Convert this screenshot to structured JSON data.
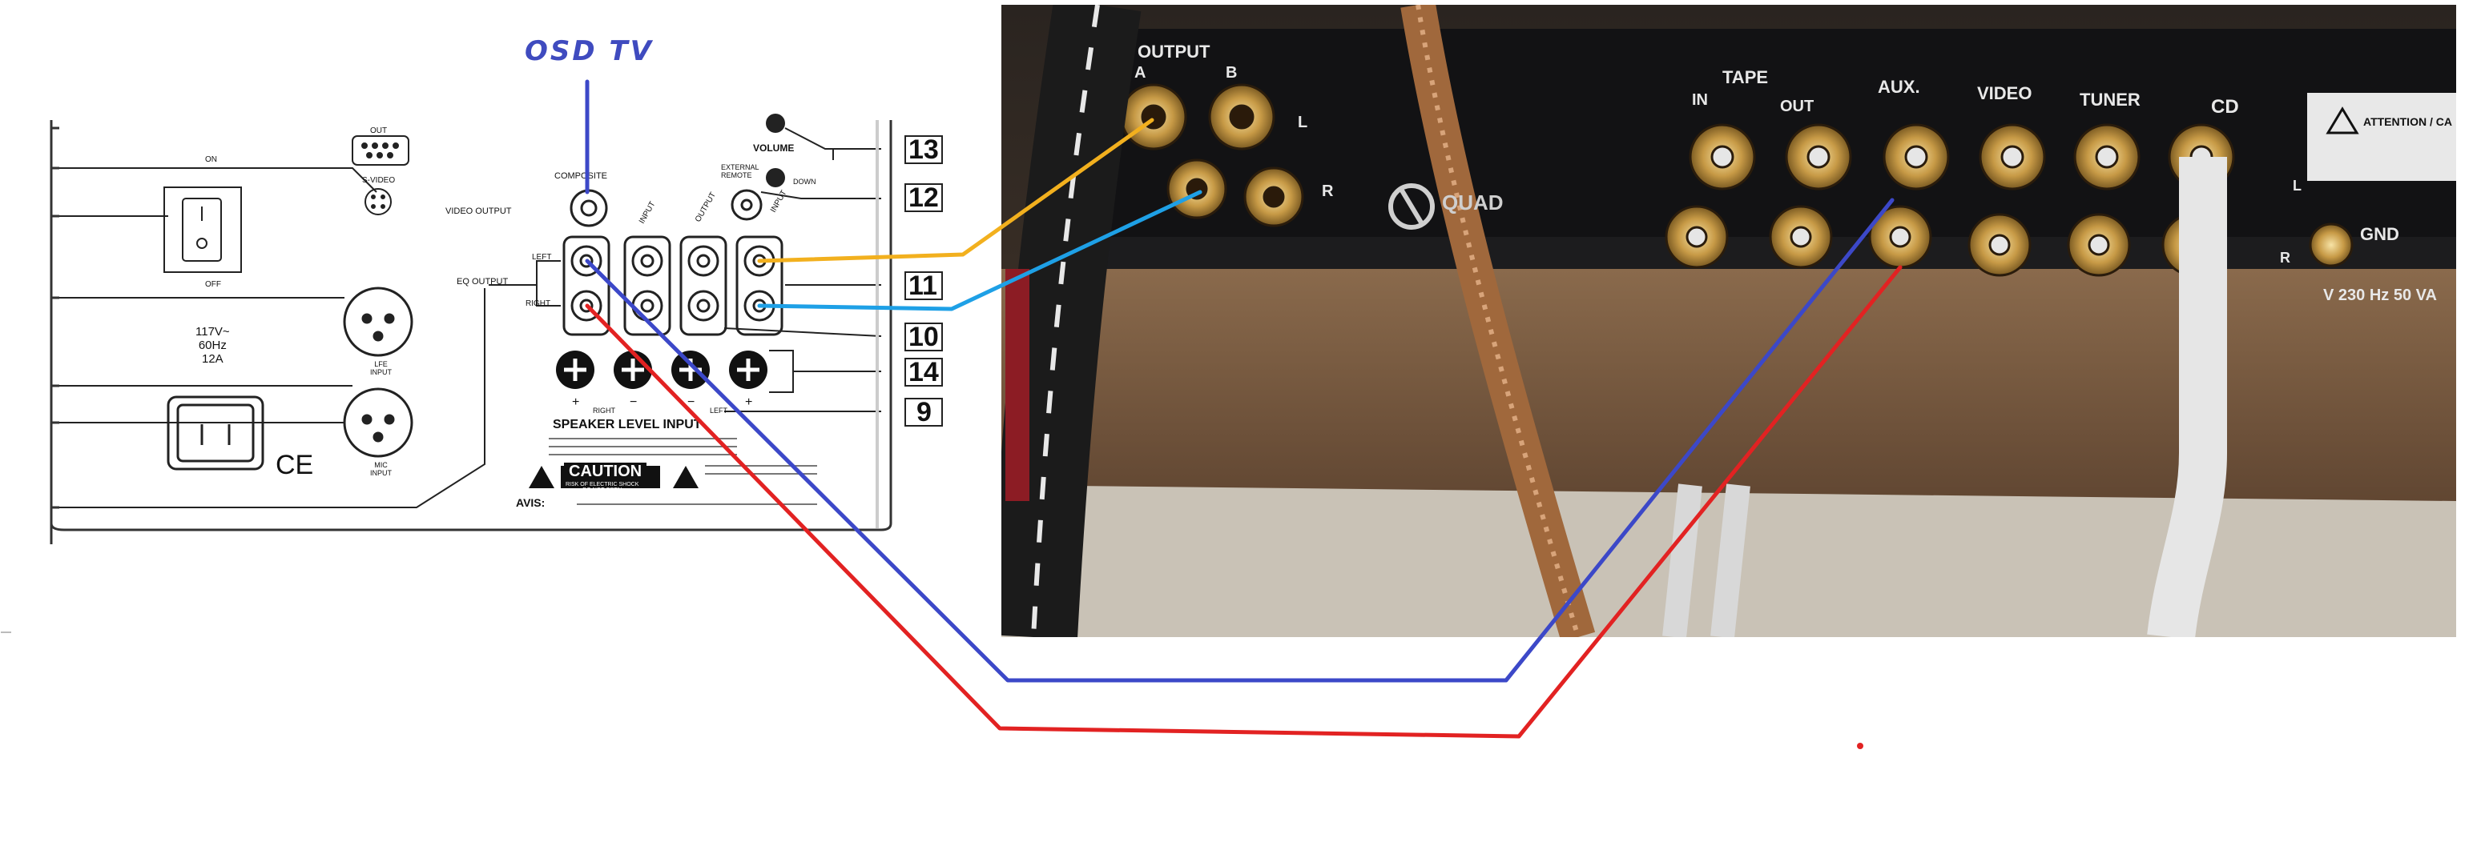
{
  "annotation": {
    "label": "OSD TV"
  },
  "panel": {
    "labels": {
      "out": "OUT",
      "on": "ON",
      "off": "OFF",
      "svideo": "S-VIDEO",
      "video_output": "VIDEO OUTPUT",
      "composite": "COMPOSITE",
      "external_remote": "EXTERNAL\nREMOTE",
      "volume": "VOLUME",
      "down": "DOWN",
      "left": "LEFT",
      "right": "RIGHT",
      "eq_output": "EQ OUTPUT",
      "input": "INPUT",
      "output": "OUTPUT",
      "power": "117V~\n60Hz\n12A",
      "lfe_input": "LFE\nINPUT",
      "mic_input": "MIC\nINPUT",
      "ce": "CE",
      "speaker_level_input": "SPEAKER LEVEL INPUT",
      "caution": "CAUTION",
      "caution_sub": "RISK OF ELECTRIC SHOCK\nDO NOT OPEN",
      "avis": "AVIS:",
      "plus": "+",
      "minus": "−",
      "right_small": "RIGHT",
      "left_small": "LEFT"
    },
    "callouts": [
      "13",
      "12",
      "11",
      "10",
      "14",
      "9"
    ]
  },
  "amplifier": {
    "labels": {
      "output": "OUTPUT",
      "a": "A",
      "b": "B",
      "l": "L",
      "r": "R",
      "tape": "TAPE",
      "in": "IN",
      "out": "OUT",
      "aux": "AUX.",
      "video": "VIDEO",
      "tuner": "TUNER",
      "cd": "CD",
      "gnd": "GND",
      "attention": "ATTENTION / CA",
      "voltage": "V 230 Hz 50 VA",
      "brand": "QUAD"
    }
  },
  "wires": [
    {
      "name": "composite-wire",
      "color": "#3c48c8"
    },
    {
      "name": "left-to-aux-wire",
      "color": "#3c48c8"
    },
    {
      "name": "right-to-aux-wire",
      "color": "#e22222"
    },
    {
      "name": "output-a-to-input-wire",
      "color": "#f2b01e"
    },
    {
      "name": "output-b-to-input-wire",
      "color": "#1ea0e6"
    }
  ]
}
